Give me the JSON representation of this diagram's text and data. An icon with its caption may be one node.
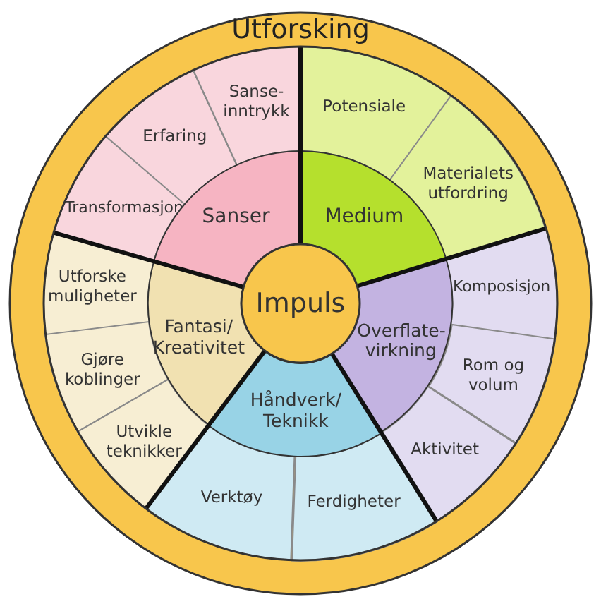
{
  "diagram": {
    "nodes": [
      {
        "text": [
          "Utforsking"
        ]
      },
      {
        "text": [
          "Transformasjon"
        ],
        "in": 0
      },
      {
        "text": [
          "Erfaring"
        ],
        "in": 0
      },
      {
        "text": [
          "Sanse-inntrykk"
        ],
        "in": 0
      },
      {
        "text": [
          "Sanser"
        ],
        "in": 0
      },
      {
        "text": [
          "Potensiale"
        ],
        "in": 0
      },
      {
        "text": [
          "Materialets utfordring"
        ],
        "in": 0
      },
      {
        "text": [
          "Medium"
        ],
        "in": 0
      },
      {
        "text": [
          "Komposisjon"
        ],
        "in": 0
      },
      {
        "text": [
          "Rom og volum"
        ],
        "in": 0
      },
      {
        "text": [
          "Aktivitet"
        ],
        "in": 0
      },
      {
        "text": [
          "Overflate-virkning"
        ],
        "in": 0
      },
      {
        "text": [
          "Verktøy"
        ],
        "in": 0
      },
      {
        "text": [
          "Ferdigheter"
        ],
        "in": 0
      },
      {
        "text": [
          "Håndverk/Teknikk"
        ],
        "in": 0
      },
      {
        "text": [
          "Utforske muligheter"
        ],
        "in": 0
      },
      {
        "text": [
          "Gjøre koblinger"
        ],
        "in": 0
      },
      {
        "text": [
          "Utvikle teknikker"
        ],
        "in": 0
      },
      {
        "text": [
          "Fantasi/Kreativitet"
        ],
        "in": 0
      },
      {
        "text": [
          "Impuls"
        ],
        "in": 0
      }
    ]
  }
}
